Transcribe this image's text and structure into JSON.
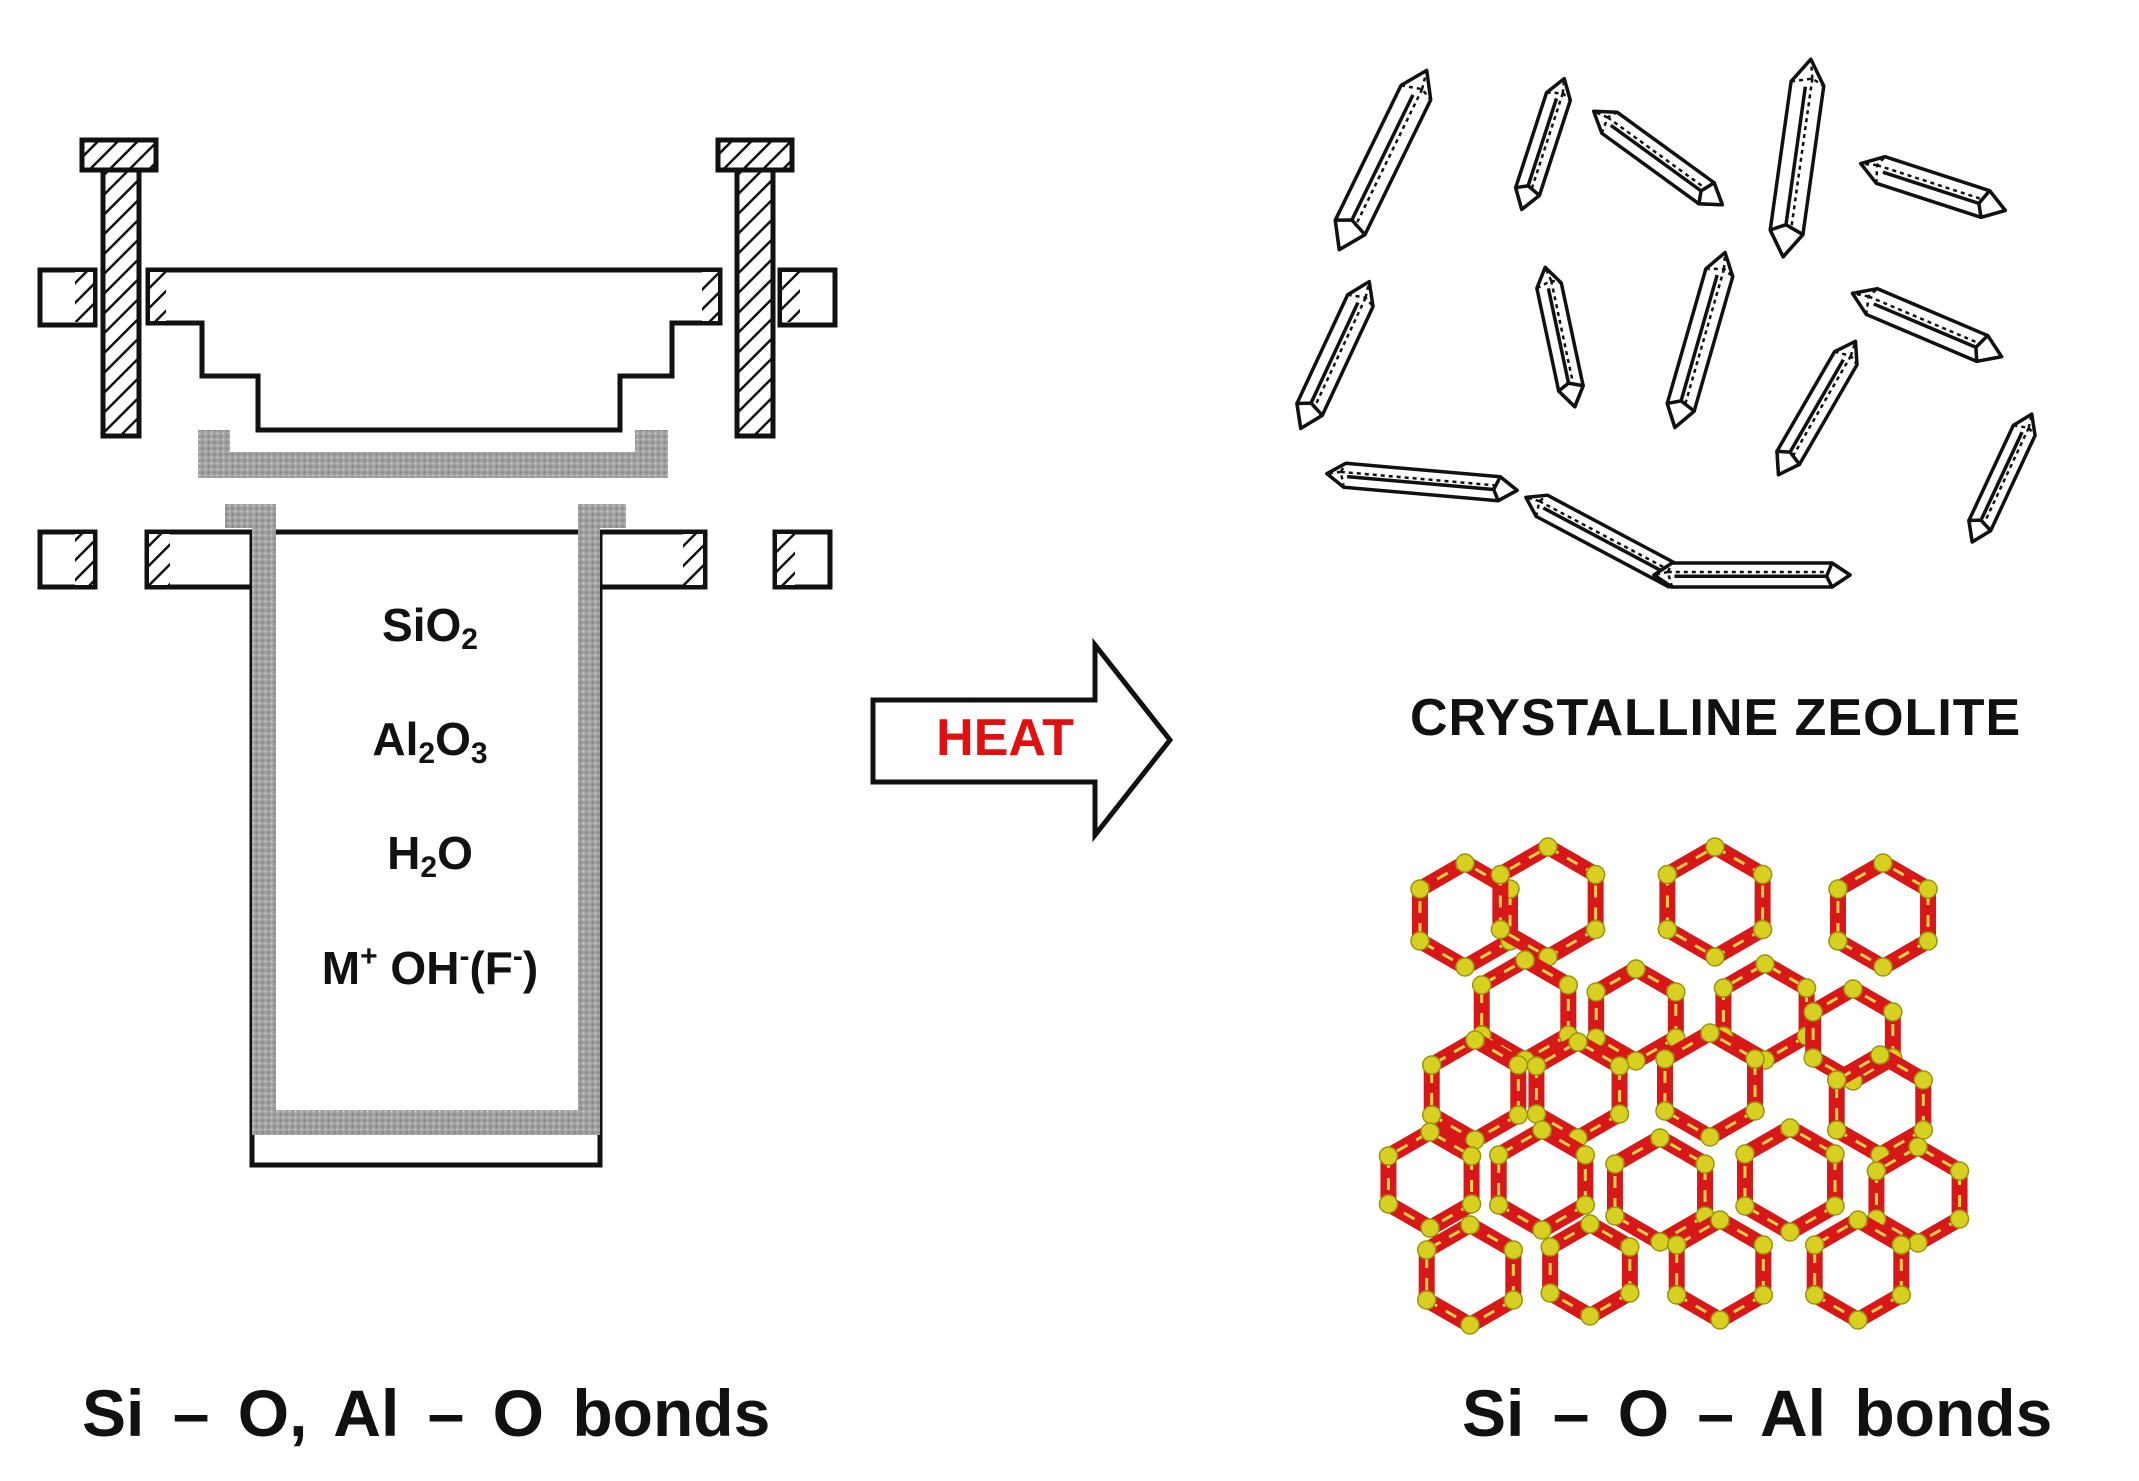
{
  "reactor": {
    "reagents": [
      {
        "main": "SiO",
        "sub": "2",
        "rest": ""
      },
      {
        "main": "Al",
        "sub": "2",
        "rest": "O",
        "sub2": "3"
      },
      {
        "main": "H",
        "sub": "2",
        "rest": "O"
      },
      {
        "prefix": "M",
        "sup": "+",
        "mid": " OH",
        "sup2": "-",
        "mid2": "(F",
        "sup3": "-",
        "end": ")"
      }
    ]
  },
  "arrow": {
    "label": "HEAT"
  },
  "zeolite": {
    "caption": "CRYSTALLINE ZEOLITE"
  },
  "bonds": {
    "left": "Si – O,  Al – O   bonds",
    "right": "Si – O – Al   bonds"
  },
  "colors": {
    "heat": "#e01010",
    "oxygen": "#d81818",
    "silicon": "#d8d020",
    "liner": "#999999",
    "ink": "#111111"
  }
}
